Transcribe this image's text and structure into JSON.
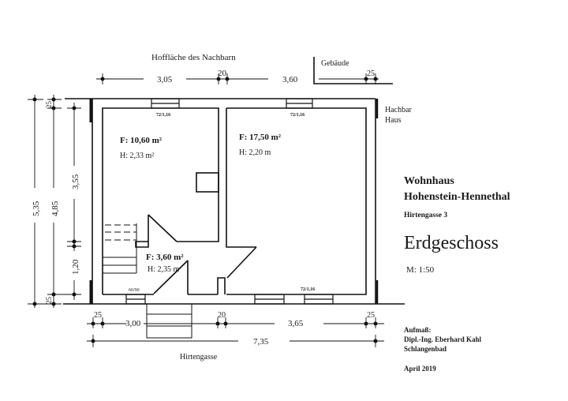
{
  "top": {
    "neighbor_label": "Hoffläche des Nachbarn",
    "dim_left": "3,05",
    "dim_wall": "20",
    "dim_right": "3,60",
    "building_label": "Gebäude",
    "dim_building": "25"
  },
  "side": {
    "neighbor_house_1": "Hachbar",
    "neighbor_house_2": "Haus"
  },
  "left_dims": {
    "total_outer": "5,35",
    "total_inner": "4,85",
    "upper": "3,55",
    "lower": "1,20",
    "wall_top": "25",
    "wall_bottom": "25"
  },
  "rooms": [
    {
      "area": "F: 10,60 m²",
      "height": "H: 2,33 m²"
    },
    {
      "area": "F: 17,50 m²",
      "height": "H: 2,20 m"
    },
    {
      "area": "F: 3,60 m²",
      "height": "H: 2,35 m"
    }
  ],
  "windows": {
    "top_left": "72/1,16",
    "top_right": "72/1,16",
    "bottom_left": "60/90",
    "bottom_right": "72/1,16"
  },
  "bottom": {
    "dim_wall_left": "25",
    "dim_left": "3,00",
    "dim_wall_mid": "20",
    "dim_right": "3,65",
    "dim_wall_right": "25",
    "dim_total": "7,35",
    "street": "Hirtengasse"
  },
  "title_block": {
    "building": "Wohnhaus",
    "place": "Hohenstein-Hennethal",
    "address": "Hirtengasse 3",
    "floor": "Erdgeschoss",
    "scale": "M:  1:50",
    "survey_label": "Aufmaß:",
    "surveyor": "Dipl.-Ing. Eberhard Kahl",
    "surveyor_city": "Schlangenbad",
    "date": "April 2019"
  }
}
